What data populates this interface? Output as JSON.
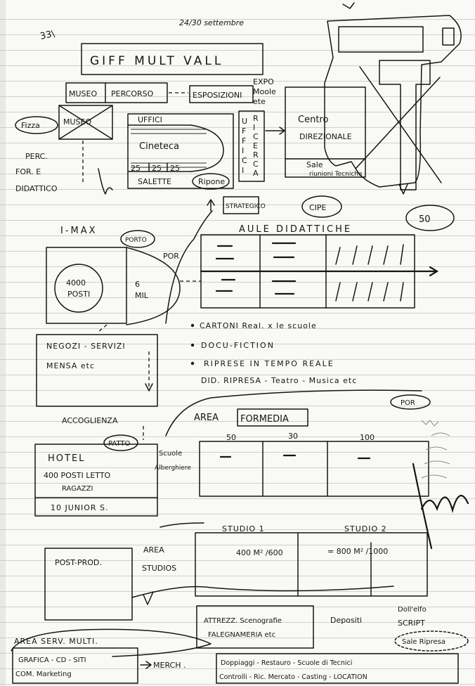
{
  "header": {
    "page_number": "33\\",
    "date": "24/30 settembre",
    "title": "GIFF MULT VALL"
  },
  "top": {
    "museo_top": "MUSEO",
    "percorso": "PERCORSO",
    "esposizioni": "ESPOSIZIONI",
    "expo": [
      "EXPO",
      "Moole",
      "ete"
    ],
    "museo": "MUSEO",
    "fizza": "Fizza",
    "perc": [
      "PERC.",
      "FOR. E",
      "DIDATTICO"
    ],
    "uffici": "UFFICI",
    "cineteca": "Cineteca",
    "nums": [
      "25",
      "25",
      "25"
    ],
    "salette": "SALETTE",
    "ripone": "Ripone",
    "uffici_vert": [
      "U",
      "F",
      "F",
      "I",
      "C",
      "I"
    ],
    "ricerca_vert": [
      "R",
      "I",
      "C",
      "E",
      "R",
      "C",
      "A"
    ],
    "centro": [
      "Centro",
      "DIREZIONALE"
    ],
    "sale": [
      "Sale",
      "riunioni Tecniche"
    ],
    "strategico": "STRATEGICO",
    "cipe": "CIPE",
    "fifty": "50"
  },
  "imax": {
    "label": "I-MAX",
    "posti": [
      "4000",
      "POSTI"
    ],
    "six": [
      "6",
      "MIL"
    ],
    "porto": "PORTO",
    "por": "POR"
  },
  "aule": {
    "title": "AULE DIDATTICHE"
  },
  "negozi": {
    "lines": [
      "NEGOZI - SERVIZI",
      "MENSA etc"
    ],
    "accoglienza": "ACCOGLIENZA"
  },
  "bullets": [
    "CARTONI Real. x le scuole",
    "DOCU-FICTION",
    "RIPRESE IN TEMPO REALE",
    "DID. RIPRESA - Teatro - Musica etc"
  ],
  "area_formedia": {
    "area": "AREA",
    "formedia": "FORMEDIA",
    "por": "POR",
    "cols": [
      "50",
      "30",
      "100"
    ]
  },
  "hotel": {
    "title": "HOTEL",
    "patto": "PATTO",
    "line2": "400 POSTI LETTO",
    "line3": "RAGAZZI",
    "juniors": "10 JUNIOR S.",
    "scuole": [
      "Scuole",
      "Alberghiere"
    ]
  },
  "studios": {
    "studio1": "STUDIO 1",
    "studio2": "STUDIO 2",
    "m1": "400 M² /600",
    "m2": "= 800 M² /1000",
    "area": [
      "AREA",
      "STUDIOS"
    ],
    "post": "POST-PROD.",
    "attrezz": [
      "ATTREZZ. Scenografie",
      "FALEGNAMERIA etc"
    ],
    "depositi": "Depositi",
    "script": [
      "Doll'elfo",
      "SCRIPT"
    ],
    "sale_ripresa": "Sale Ripresa"
  },
  "servizi": {
    "title": "AREA SERV. MULTI.",
    "grafica": [
      "GRAFICA - CD - SITI",
      "COM. Marketing"
    ],
    "merch": "MERCH .",
    "bottom1": "Doppiaggi - Restauro - Scuole di Tecnici",
    "bottom2": "Controlli - Ric. Mercato - Casting - LOCATION"
  }
}
